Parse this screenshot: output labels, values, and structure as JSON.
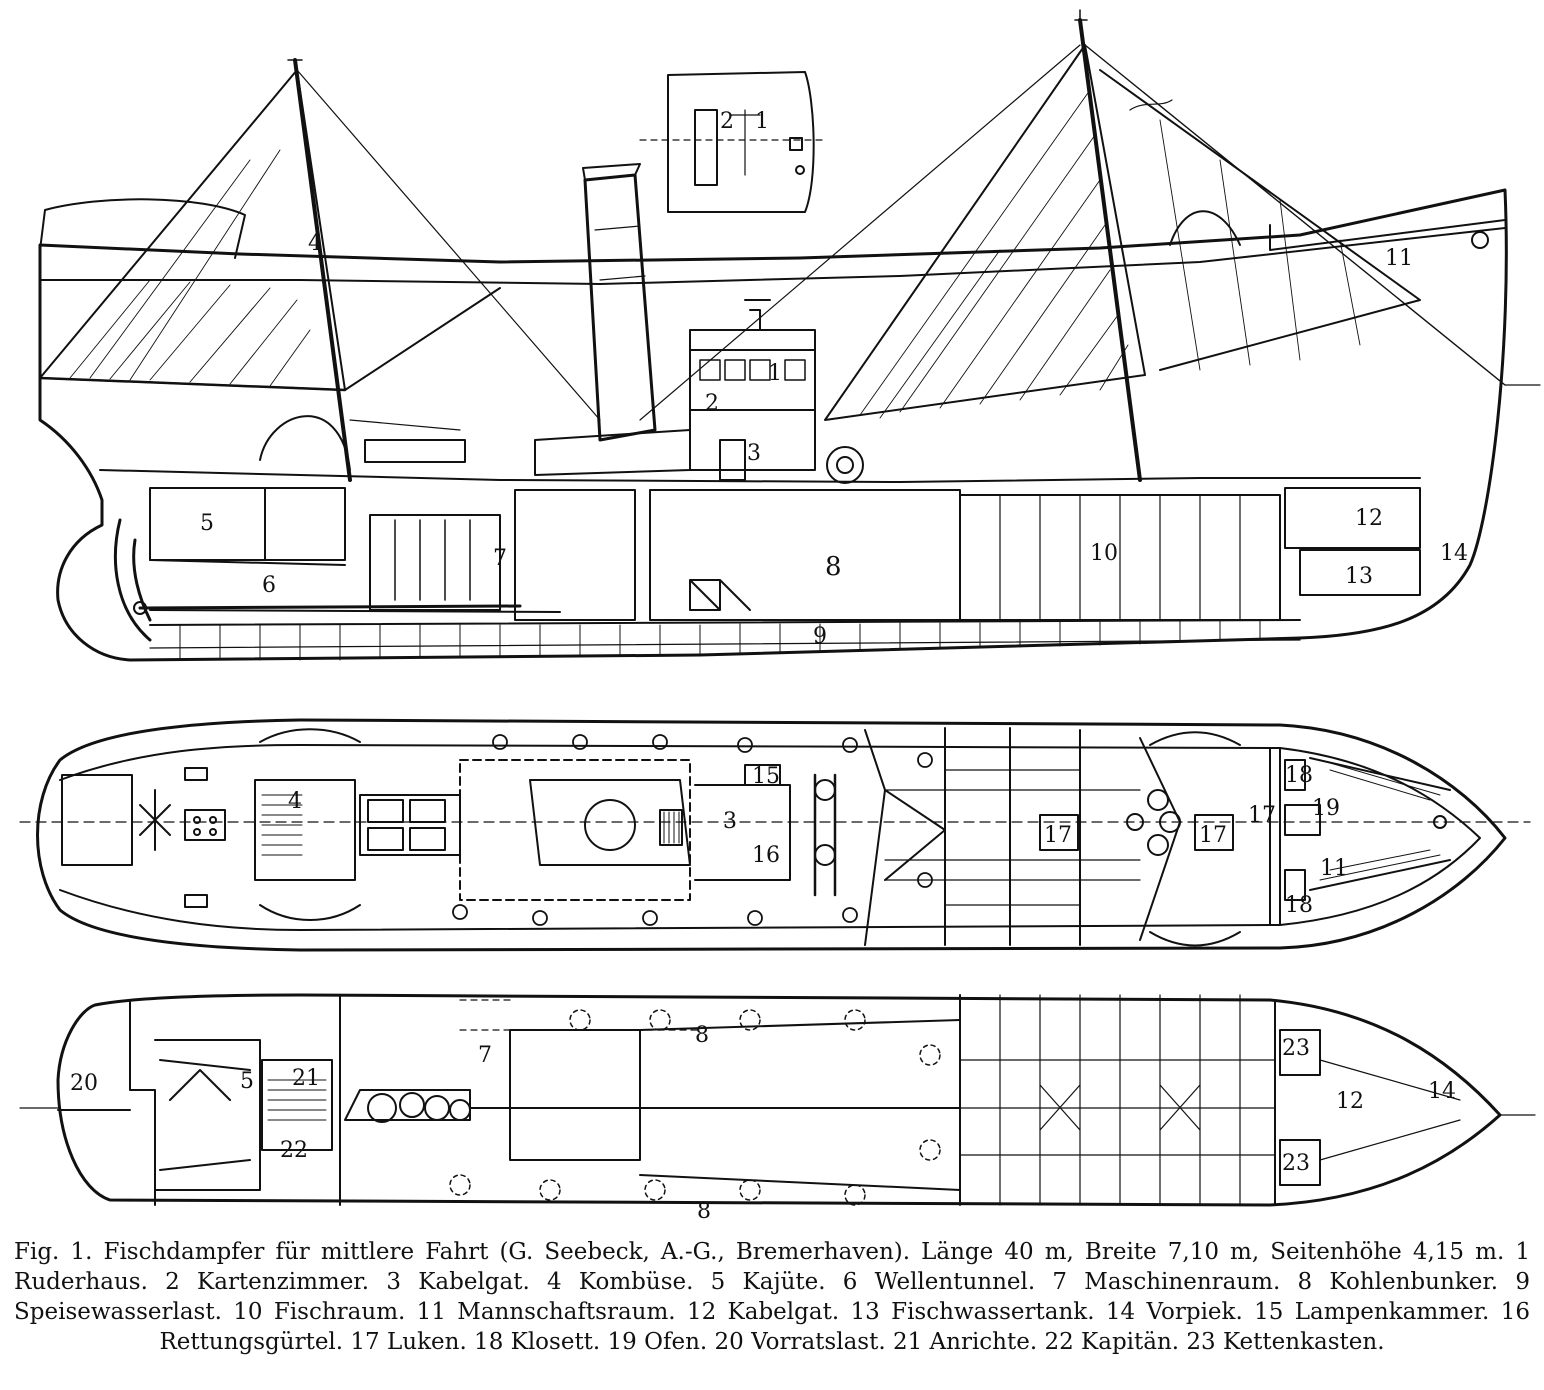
{
  "caption": "Fig. 1. Fischdampfer für mittlere Fahrt (G. Seebeck, A.-G., Bremerhaven). Länge 40 m, Breite 7,10 m, Seitenhöhe 4,15 m. 1 Ruderhaus. 2 Kartenzimmer. 3 Kabelgat. 4 Kombüse. 5 Kajüte. 6 Wellentunnel. 7 Maschinenraum. 8 Kohlenbunker. 9 Speisewasserlast. 10 Fischraum. 11 Mannschaftsraum. 12 Kabelgat. 13 Fischwassertank. 14 Vorpiek. 15 Lampenkammer. 16 Rettungsgürtel. 17 Luken. 18 Klosett. 19 Ofen. 20 Vorratslast. 21 Anrichte. 22 Kapitän. 23 Kettenkasten.",
  "labels": {
    "n1": "1",
    "n2": "2",
    "n3": "3",
    "n4": "4",
    "n5": "5",
    "n6": "6",
    "n7": "7",
    "n8": "8",
    "n9": "9",
    "n10": "10",
    "n11": "11",
    "n12": "12",
    "n13": "13",
    "n14": "14",
    "n15": "15",
    "n16": "16",
    "n17": "17",
    "n18": "18",
    "n19": "19",
    "n20": "20",
    "n21": "21",
    "n22": "22",
    "n23": "23"
  }
}
